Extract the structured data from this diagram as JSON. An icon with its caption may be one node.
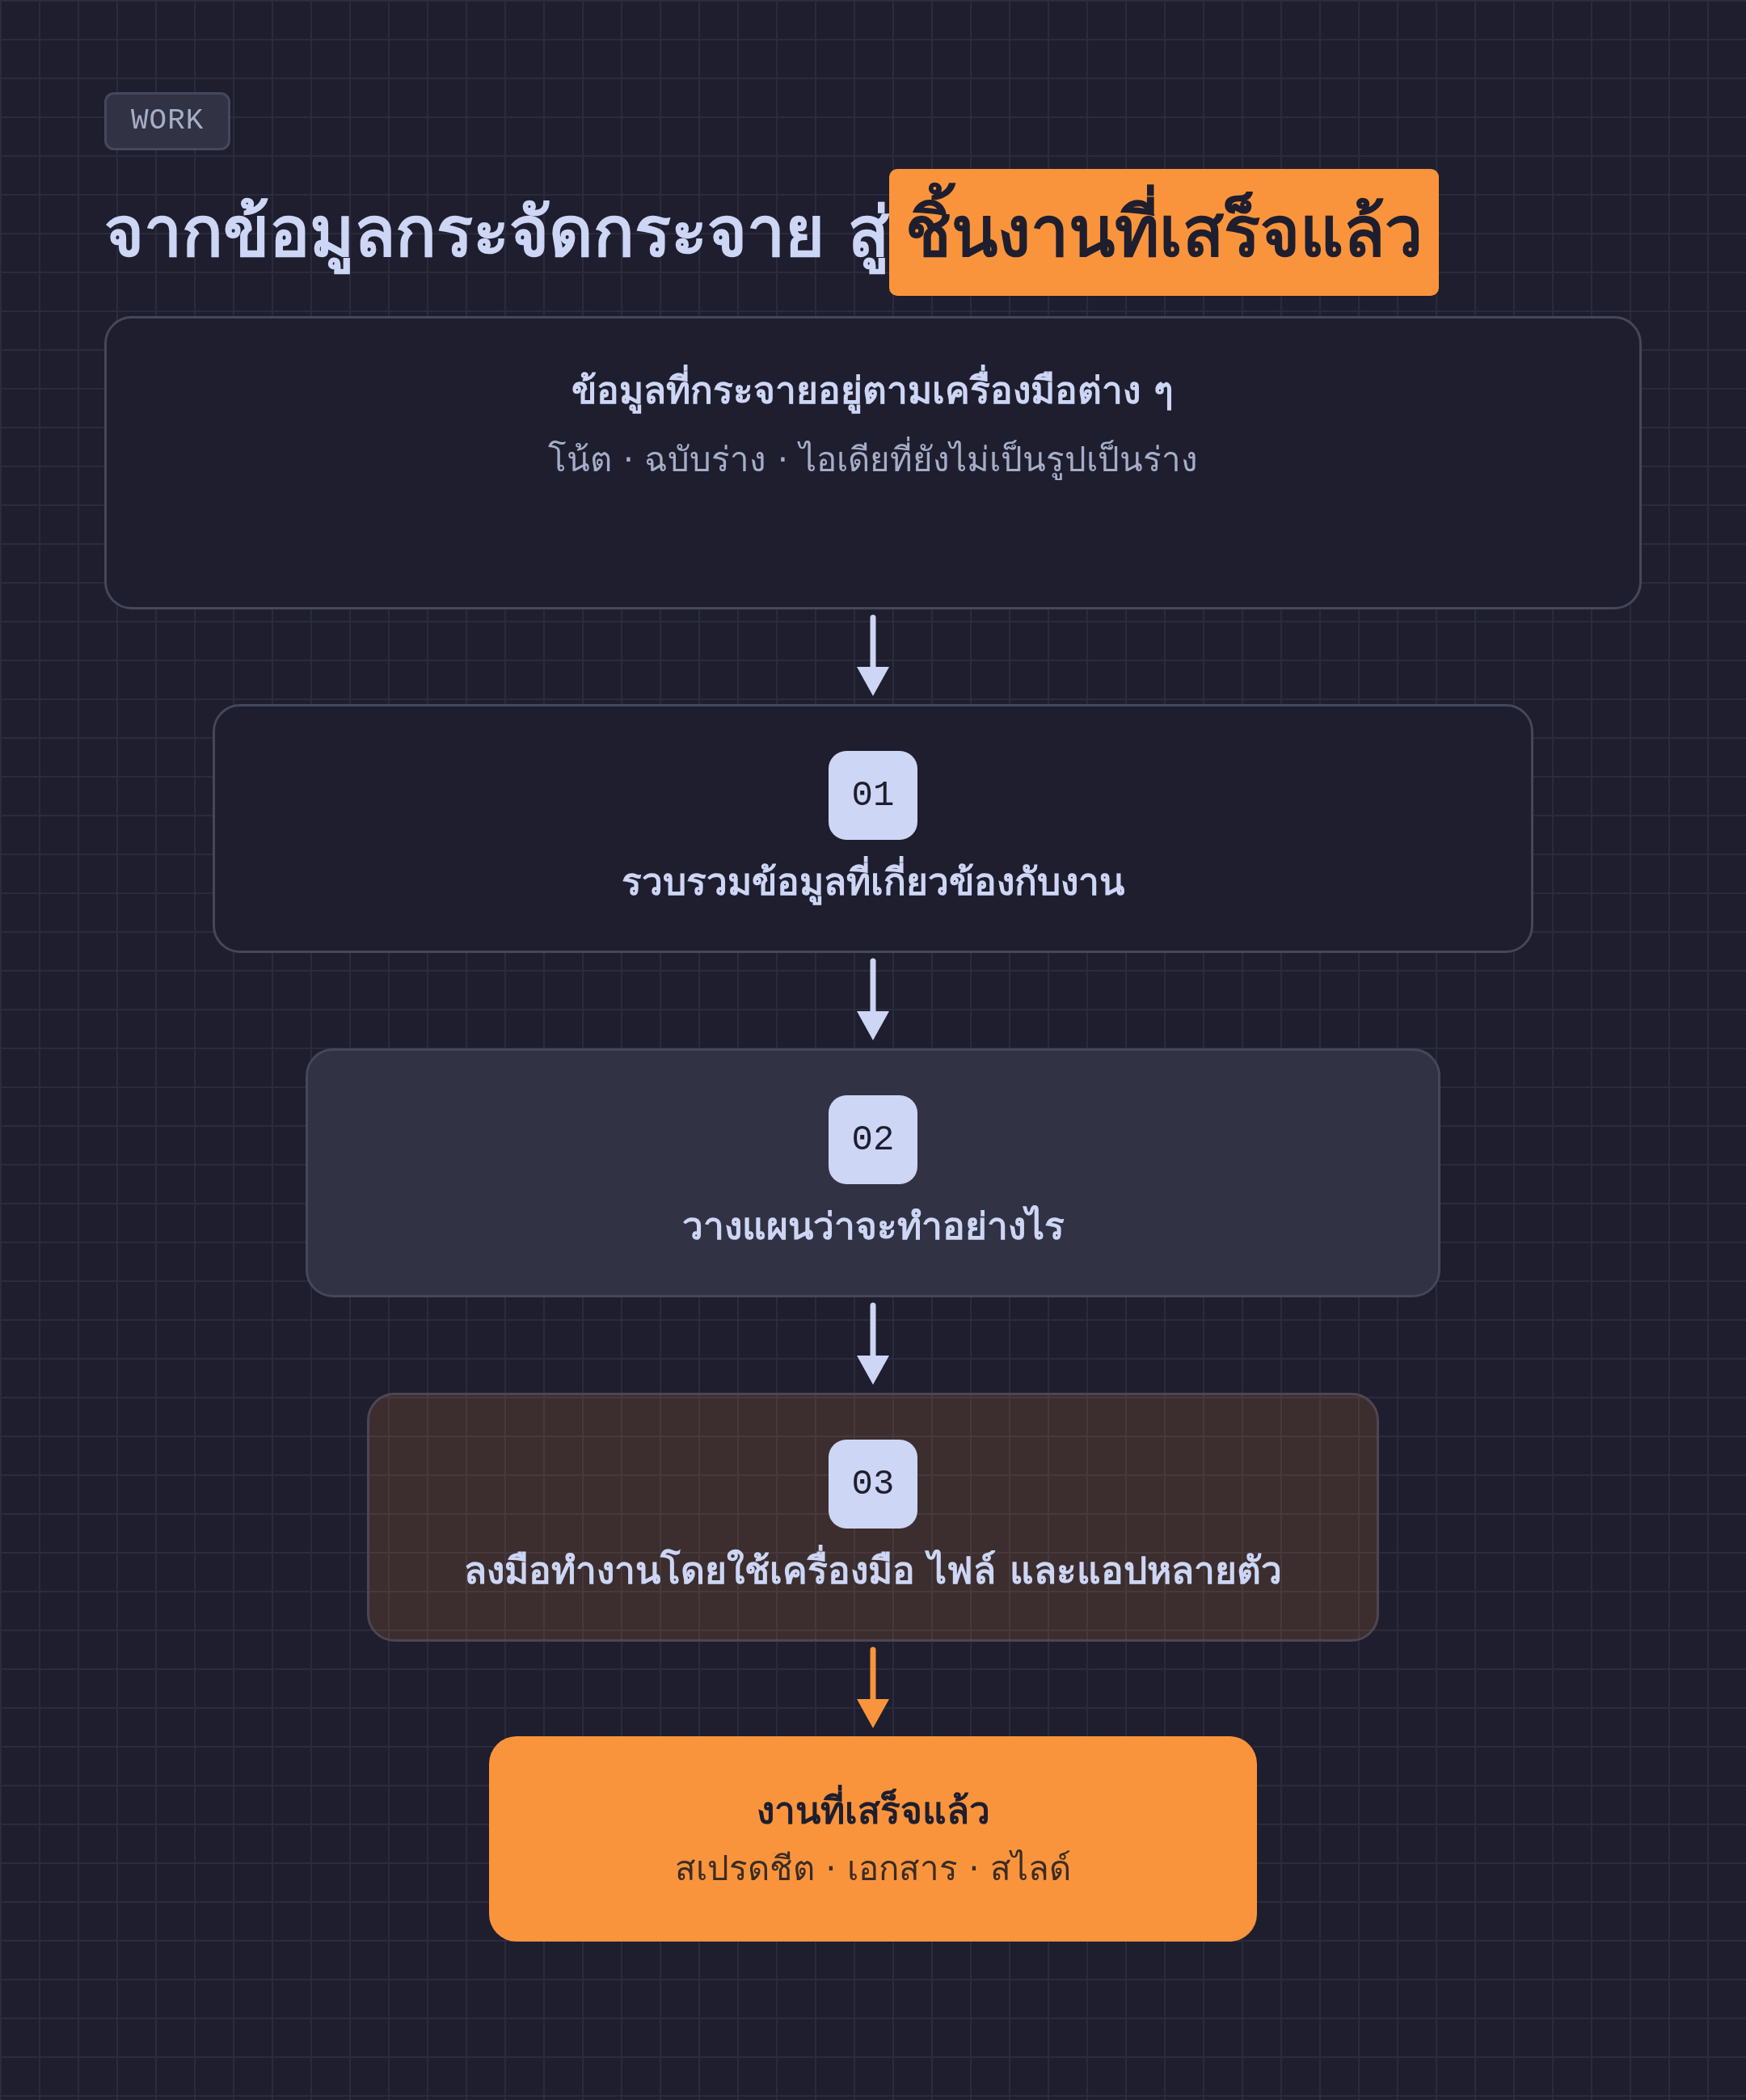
{
  "diagram": {
    "title": "จากข้อมูลกระจัดกระจาย สู่**ชิ้นงานที่เสร็จแล้ว**",
    "nodes": [
      {
        "text": [
          "ข้อมูลที่กระจายอยู่ตามเครื่องมือต่าง ๆ",
          "โน้ต · ฉบับร่าง · ไอเดียที่ยังไม่เป็นรูปเป็นร่าง"
        ]
      },
      {
        "text": [
          "รวบรวมข้อมูลที่เกี่ยวข้องกับงาน"
        ]
      },
      {
        "text": [
          "01"
        ],
        "in": 1
      },
      {
        "text": [
          "วางแผนว่าจะทำอย่างไร"
        ]
      },
      {
        "text": [
          "02"
        ],
        "in": 3
      },
      {
        "text": [
          "ลงมือทำงานโดยใช้เครื่องมือ ไฟล์ และแอปหลายตัว"
        ]
      },
      {
        "text": [
          "03"
        ],
        "in": 5
      },
      {
        "text": [
          "งานที่เสร็จแล้ว",
          "สเปรดชีต · เอกสาร · สไลด์"
        ]
      }
    ],
    "edges": [
      {
        "from": 0,
        "to": 1,
        "arrow": "to"
      },
      {
        "from": 1,
        "to": 3,
        "arrow": "to"
      },
      {
        "from": 3,
        "to": 5,
        "arrow": "to"
      },
      {
        "from": 5,
        "to": 7,
        "arrow": "to",
        "color": "#fa943c"
      }
    ],
    "labels": [
      "WORK"
    ]
  }
}
